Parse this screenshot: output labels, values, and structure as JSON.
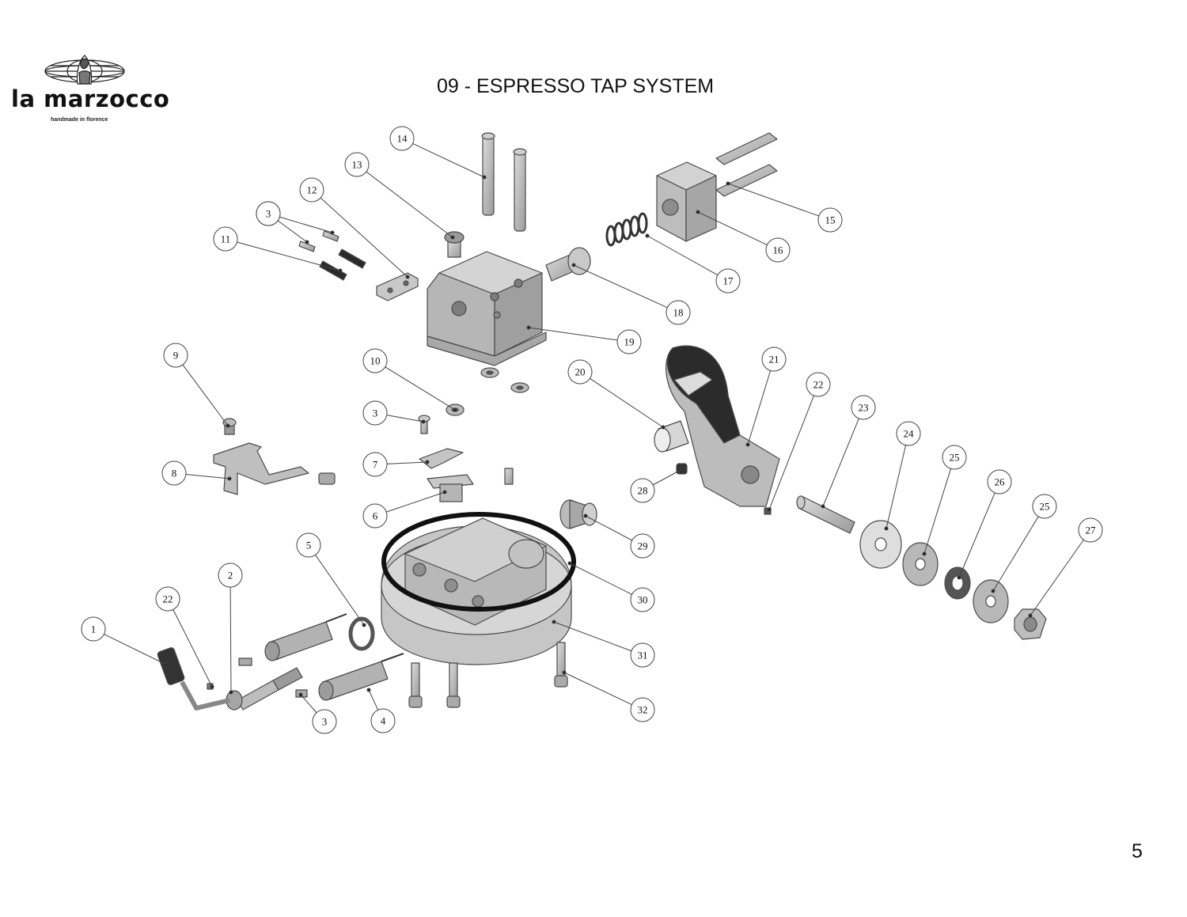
{
  "header": {
    "brand": "la marzocco",
    "tagline": "handmade in florence",
    "title": "09 - ESPRESSO TAP SYSTEM"
  },
  "footer": {
    "page_number": "5"
  },
  "diagram": {
    "part_fill": "#b9b9b9",
    "part_stroke": "#4a4a4a",
    "dark_fill": "#2b2b2b",
    "callouts": [
      "1",
      "2",
      "3",
      "4",
      "5",
      "6",
      "7",
      "8",
      "9",
      "10",
      "11",
      "12",
      "13",
      "14",
      "15",
      "16",
      "17",
      "18",
      "19",
      "20",
      "21",
      "22",
      "22",
      "23",
      "24",
      "25",
      "25",
      "26",
      "27",
      "28",
      "29",
      "3",
      "3",
      "3",
      "30",
      "31",
      "32"
    ]
  }
}
